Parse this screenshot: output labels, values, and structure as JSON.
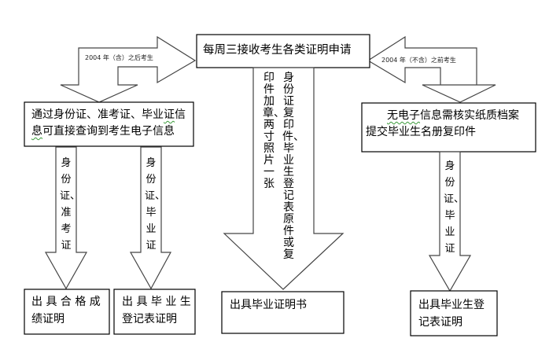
{
  "diagram": {
    "top_box": {
      "label": "每周三接收考生各类证明申请"
    },
    "left_branch": {
      "arrow_label": "2004 年（含）之后考生",
      "box": {
        "line1_a": "通过身份证、准考证、毕业",
        "line1_b": "证",
        "line1_c": "信",
        "line2_a": "息",
        "line2_b": "可直接查询到考生电子信息"
      },
      "sub_arrows": [
        {
          "label": "身份证、准考证"
        },
        {
          "label": "身份证、毕业证"
        }
      ],
      "results": [
        {
          "line1": "出 具 合 格 成",
          "line2": "绩证明"
        },
        {
          "line1": "出 具 毕 业 生",
          "line2": "登记表证明"
        }
      ]
    },
    "middle_branch": {
      "arrow_label_col1": "身份证复印件、毕业生登记表原件或复",
      "arrow_label_col2": "印件加章、两寸照片一张",
      "result": {
        "line1": "出具毕业证明书"
      }
    },
    "right_branch": {
      "arrow_label": "2004 年（不含）之前考生",
      "box": {
        "line1_a": "无电子",
        "line1_b": "信息需核实纸质档案",
        "line2": "提交毕业生名册复印件"
      },
      "sub_arrow": {
        "label": "身份证、毕业证"
      },
      "result": {
        "line1": "出具毕业生登",
        "line2": "记表证明"
      }
    }
  }
}
